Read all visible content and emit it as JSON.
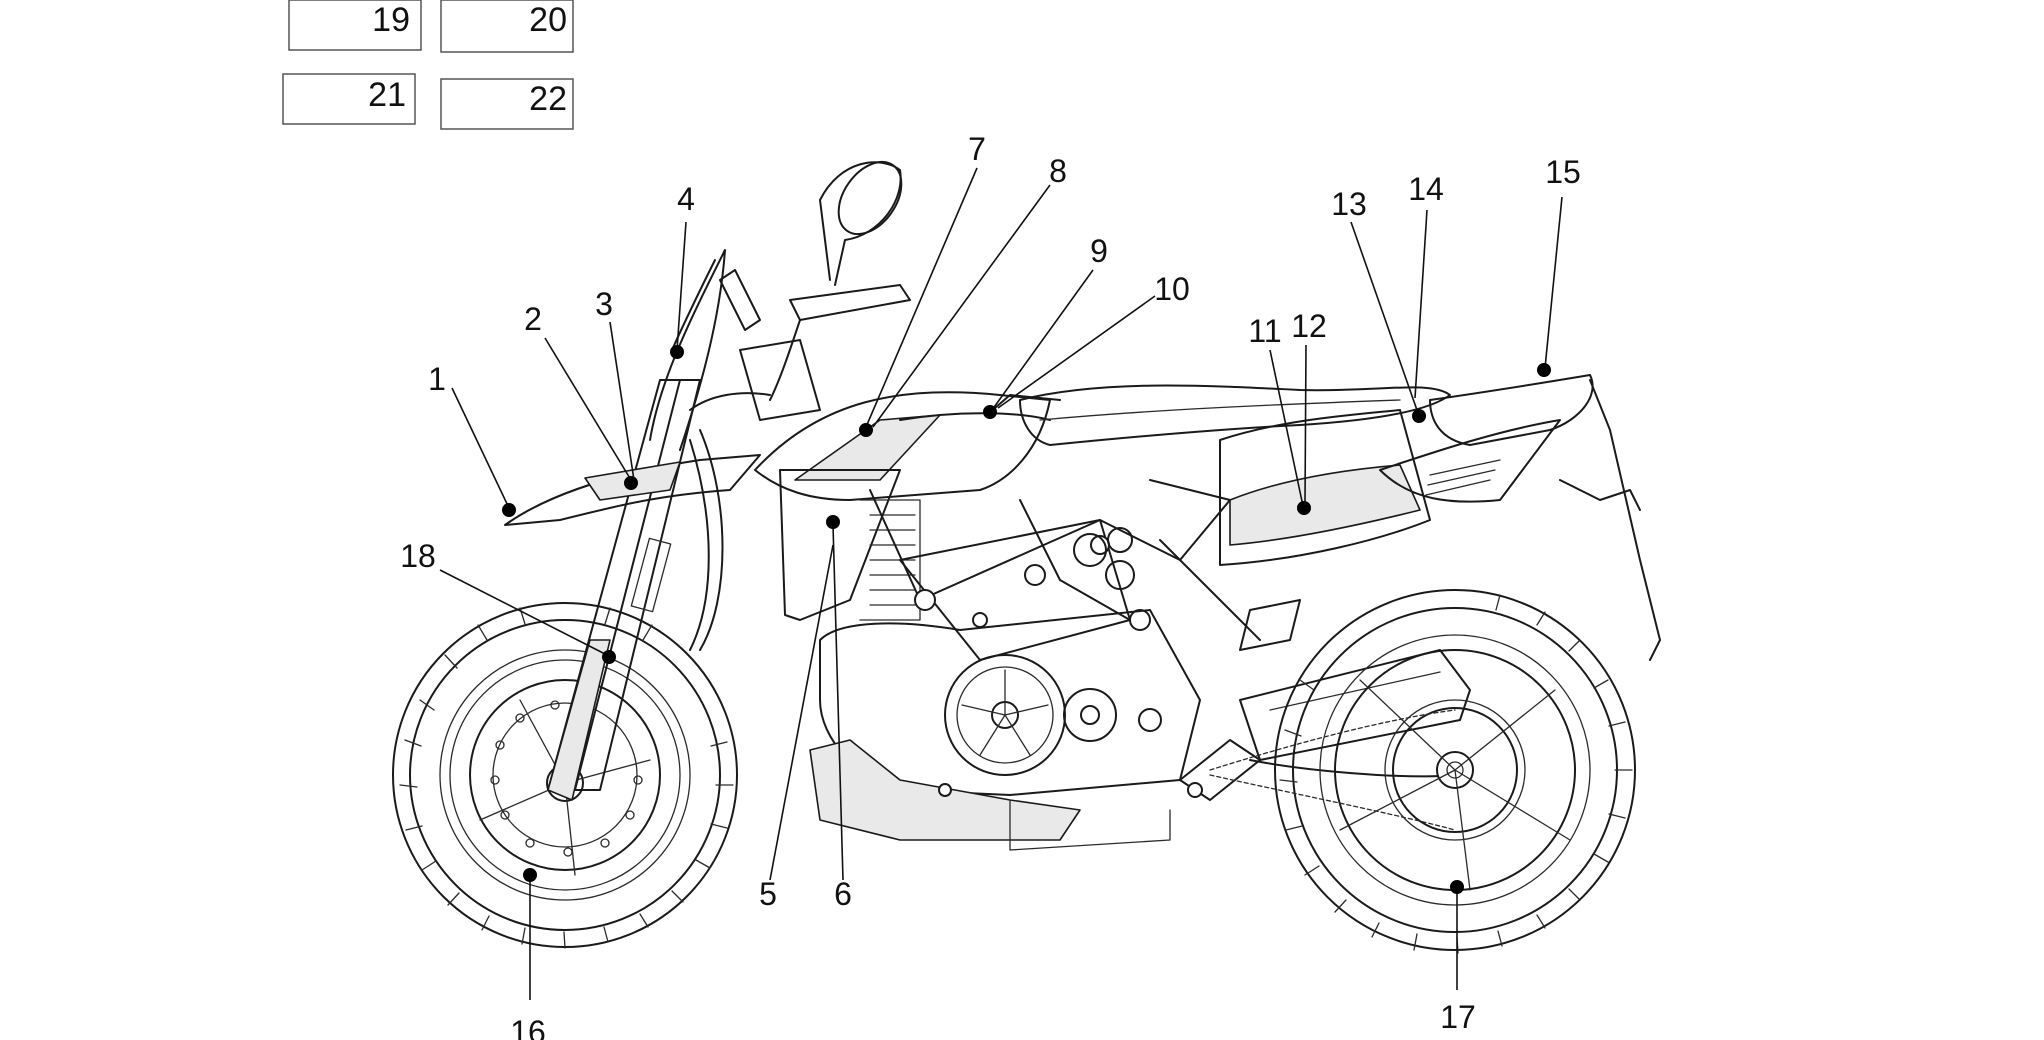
{
  "label_boxes": [
    "19",
    "20",
    "21",
    "22"
  ],
  "callouts": [
    "1",
    "2",
    "3",
    "4",
    "5",
    "6",
    "7",
    "8",
    "9",
    "10",
    "11",
    "12",
    "13",
    "14",
    "15",
    "16",
    "17",
    "18"
  ]
}
